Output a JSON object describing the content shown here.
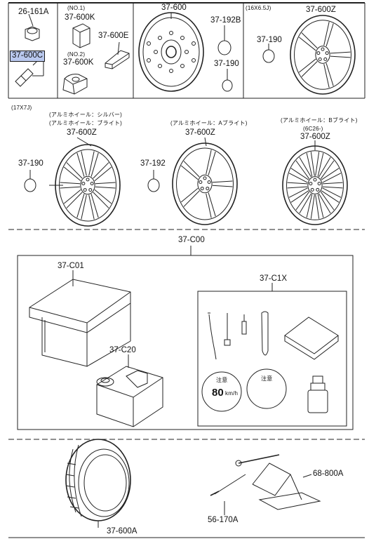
{
  "colors": {
    "line": "#222222",
    "highlight": "#b9c8ee",
    "background": "#ffffff"
  },
  "top_row": {
    "p1": "26-161A",
    "p2_note": "(NO.1)",
    "p2": "37-600K",
    "p3_note": "(NO.2)",
    "p3": "37-600K",
    "p4": "37-600E",
    "p5": "37-600C",
    "p6": "37-600",
    "p7": "37-192B",
    "p8": "37-190",
    "size_note": "(16X6.5J)",
    "p9": "37-600Z",
    "p10": "37-190"
  },
  "row17": {
    "size_note": "(17X7J)",
    "w1_note1": "(アルミホイール：シルバー)",
    "w1_note2": "(アルミホイール：ブライト)",
    "w1": "37-600Z",
    "w1_cap": "37-190",
    "w2_note": "(アルミホイール：Aブライト)",
    "w2": "37-600Z",
    "w2_cap": "37-192",
    "w3_note": "(アルミホイール：Bブライト)",
    "w3_code": "(6C26-)",
    "w3": "37-600Z"
  },
  "kit": {
    "main": "37-C00",
    "c01": "37-C01",
    "c1x": "37-C1X",
    "c20": "37-C20",
    "sticker1_a": "注意",
    "sticker1_speed": "80",
    "sticker1_unit": "km/h",
    "sticker2_a": "注意"
  },
  "bottom": {
    "tire": "37-600A",
    "jack": "68-800A",
    "handle": "56-170A"
  }
}
